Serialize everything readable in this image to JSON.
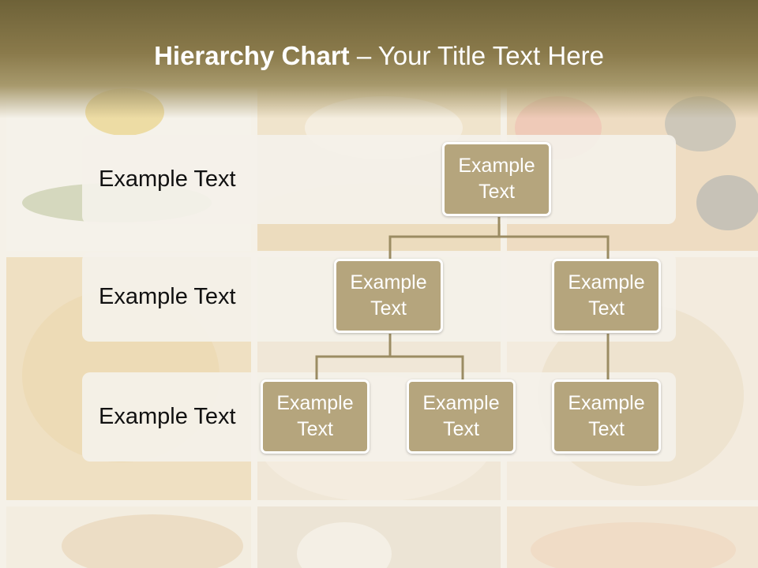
{
  "title": {
    "bold": "Hierarchy Chart",
    "regular": " – Your Title Text Here"
  },
  "levels": [
    {
      "label": "Example Text"
    },
    {
      "label": "Example Text"
    },
    {
      "label": "Example Text"
    }
  ],
  "nodes": {
    "root": "Example Text",
    "level2_left": "Example Text",
    "level2_right": "Example Text",
    "level3_left": "Example Text",
    "level3_middle": "Example Text",
    "level3_right": "Example Text"
  },
  "colors": {
    "title_bar": "#8a7a4b",
    "node_fill": "#b5a57d",
    "connector": "#9b8c63",
    "band": "#f4f1e9"
  }
}
